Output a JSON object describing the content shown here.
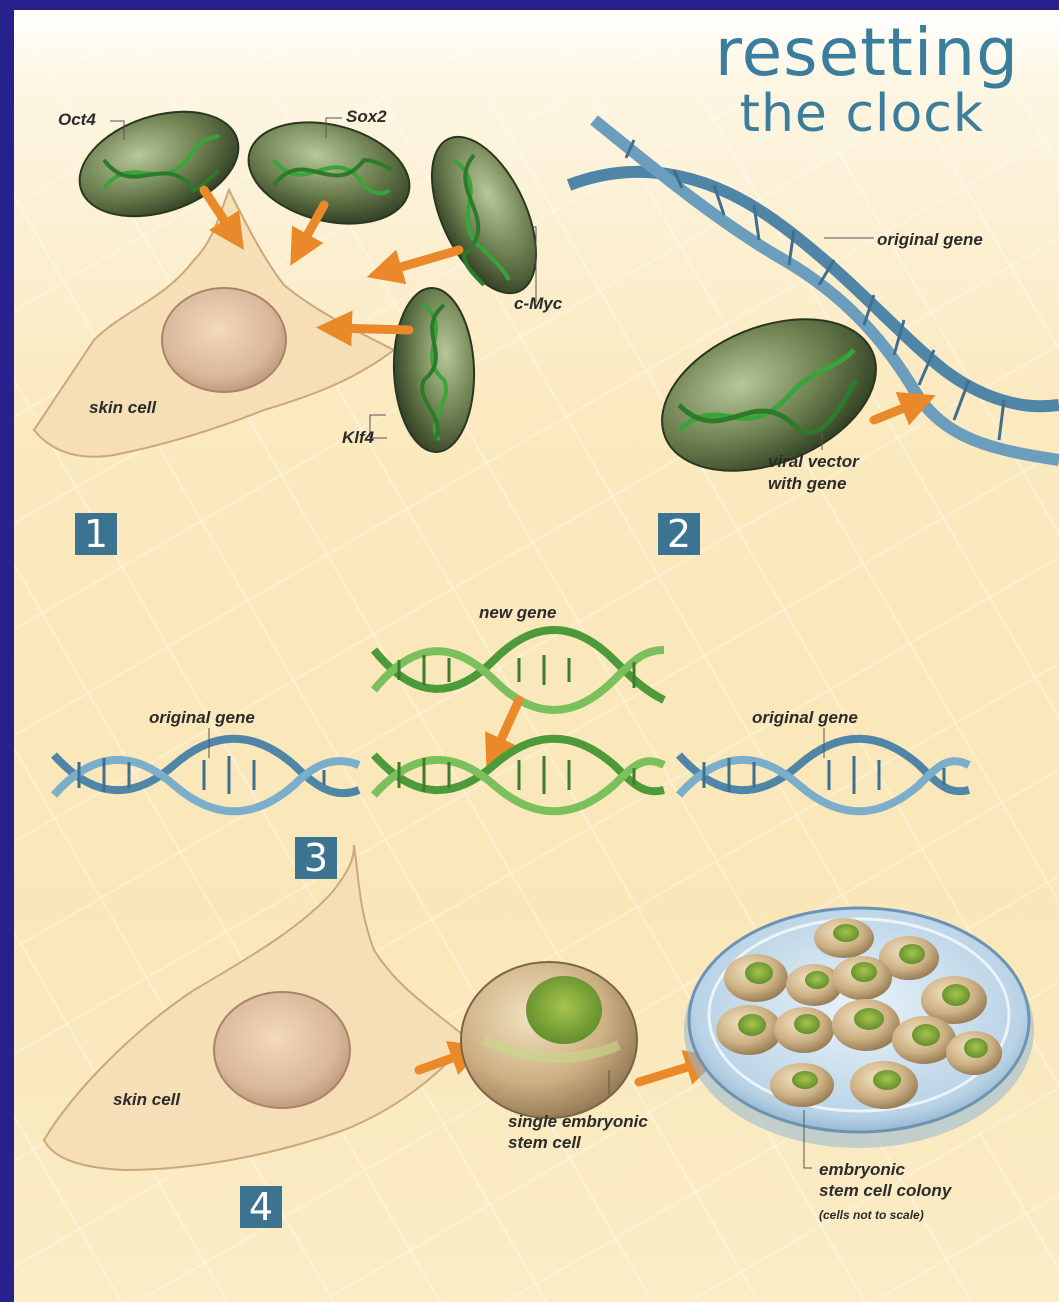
{
  "title": {
    "main": "resetting",
    "sub": "the clock"
  },
  "steps": [
    "1",
    "2",
    "3",
    "4"
  ],
  "labels": {
    "oct4": "Oct4",
    "sox2": "Sox2",
    "cmyc": "c-Myc",
    "klf4": "Klf4",
    "skin_cell_1": "skin cell",
    "original_gene_2": "original gene",
    "viral_vector_line1": "viral vector",
    "viral_vector_line2": "with gene",
    "new_gene": "new gene",
    "original_gene_left": "original gene",
    "original_gene_right": "original gene",
    "skin_cell_4": "skin cell",
    "single_stem_line1": "single embryonic",
    "single_stem_line2": "stem cell",
    "colony_line1": "embryonic",
    "colony_line2": "stem cell colony",
    "scale_note": "(cells not to scale)"
  },
  "colors": {
    "border": "#26218c",
    "title": "#3b7d9c",
    "step_badge": "#3c7390",
    "arrow": "#e9892a",
    "dna_blue": "#4f86a8",
    "dna_green": "#4c9a3a",
    "virus": "#5b6e45",
    "cell": "#f6dfb6"
  }
}
